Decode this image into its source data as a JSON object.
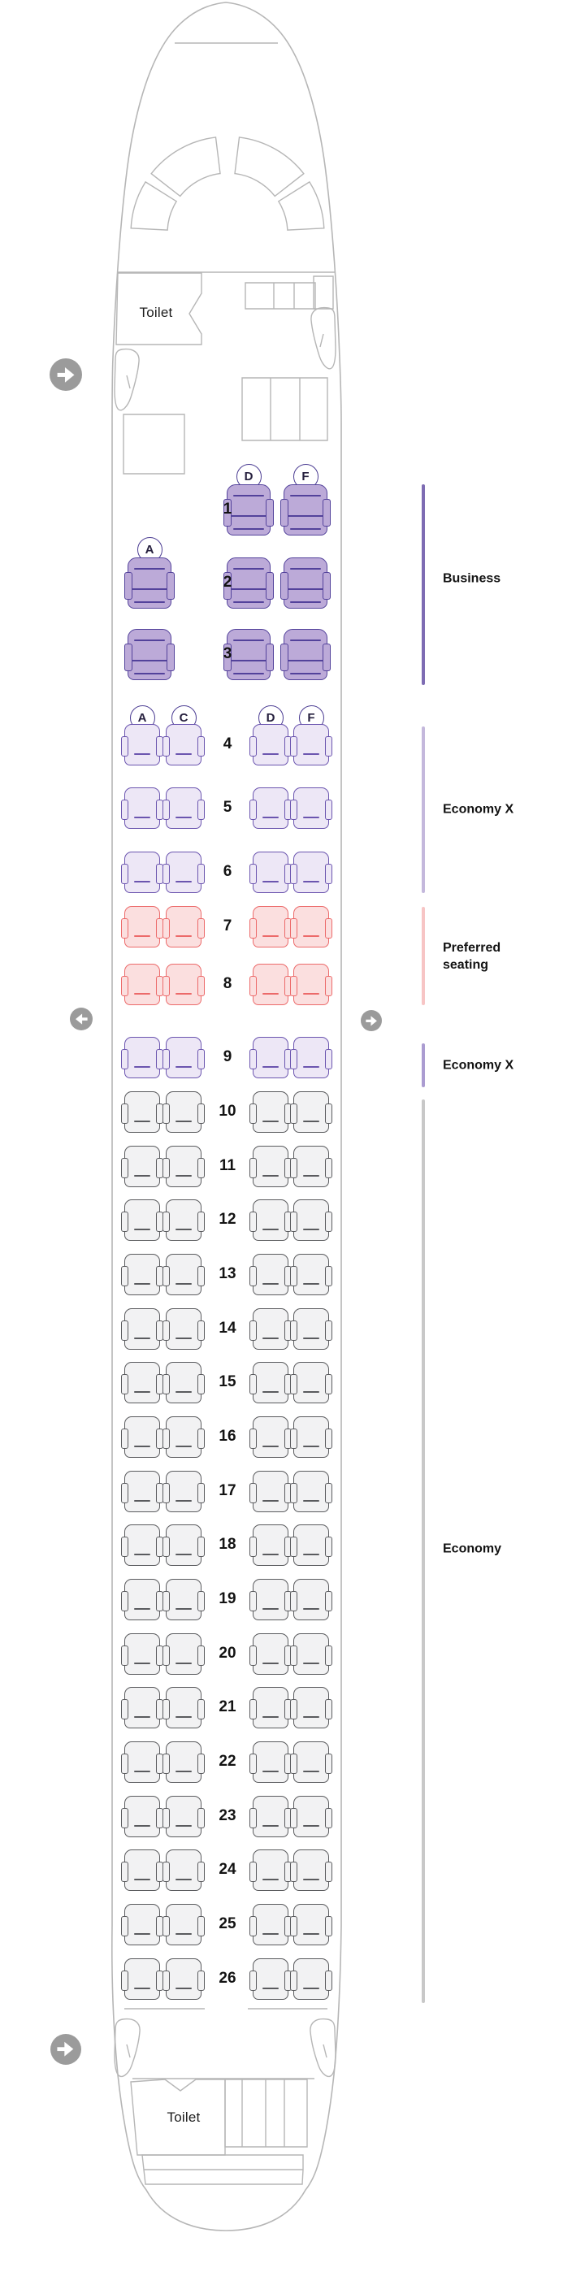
{
  "seat_map": {
    "front_toilet_label": "Toilet",
    "rear_toilet_label": "Toilet",
    "columns_left": [
      "A",
      "C"
    ],
    "columns_right": [
      "D",
      "F"
    ],
    "letter_badges": [
      {
        "row": 1,
        "letters": [
          "D",
          "F"
        ]
      },
      {
        "row": 2,
        "letters": [
          "A"
        ]
      },
      {
        "row": 4,
        "letters": [
          "A",
          "C",
          "D",
          "F"
        ]
      }
    ],
    "rows": [
      {
        "num": 1,
        "cabin": "business",
        "left": [],
        "right": [
          "D",
          "F"
        ]
      },
      {
        "num": 2,
        "cabin": "business",
        "left": [
          "A"
        ],
        "right": [
          "D",
          "F"
        ]
      },
      {
        "num": 3,
        "cabin": "business",
        "left": [
          "A"
        ],
        "right": [
          "D",
          "F"
        ]
      },
      {
        "num": 4,
        "cabin": "economy_x",
        "left": [
          "A",
          "C"
        ],
        "right": [
          "D",
          "F"
        ]
      },
      {
        "num": 5,
        "cabin": "economy_x",
        "left": [
          "A",
          "C"
        ],
        "right": [
          "D",
          "F"
        ]
      },
      {
        "num": 6,
        "cabin": "economy_x",
        "left": [
          "A",
          "C"
        ],
        "right": [
          "D",
          "F"
        ]
      },
      {
        "num": 7,
        "cabin": "preferred",
        "left": [
          "A",
          "C"
        ],
        "right": [
          "D",
          "F"
        ]
      },
      {
        "num": 8,
        "cabin": "preferred",
        "left": [
          "A",
          "C"
        ],
        "right": [
          "D",
          "F"
        ]
      },
      {
        "num": 9,
        "cabin": "economy_x",
        "left": [
          "A",
          "C"
        ],
        "right": [
          "D",
          "F"
        ]
      },
      {
        "num": 10,
        "cabin": "economy",
        "left": [
          "A",
          "C"
        ],
        "right": [
          "D",
          "F"
        ]
      },
      {
        "num": 11,
        "cabin": "economy",
        "left": [
          "A",
          "C"
        ],
        "right": [
          "D",
          "F"
        ]
      },
      {
        "num": 12,
        "cabin": "economy",
        "left": [
          "A",
          "C"
        ],
        "right": [
          "D",
          "F"
        ]
      },
      {
        "num": 13,
        "cabin": "economy",
        "left": [
          "A",
          "C"
        ],
        "right": [
          "D",
          "F"
        ]
      },
      {
        "num": 14,
        "cabin": "economy",
        "left": [
          "A",
          "C"
        ],
        "right": [
          "D",
          "F"
        ]
      },
      {
        "num": 15,
        "cabin": "economy",
        "left": [
          "A",
          "C"
        ],
        "right": [
          "D",
          "F"
        ]
      },
      {
        "num": 16,
        "cabin": "economy",
        "left": [
          "A",
          "C"
        ],
        "right": [
          "D",
          "F"
        ]
      },
      {
        "num": 17,
        "cabin": "economy",
        "left": [
          "A",
          "C"
        ],
        "right": [
          "D",
          "F"
        ]
      },
      {
        "num": 18,
        "cabin": "economy",
        "left": [
          "A",
          "C"
        ],
        "right": [
          "D",
          "F"
        ]
      },
      {
        "num": 19,
        "cabin": "economy",
        "left": [
          "A",
          "C"
        ],
        "right": [
          "D",
          "F"
        ]
      },
      {
        "num": 20,
        "cabin": "economy",
        "left": [
          "A",
          "C"
        ],
        "right": [
          "D",
          "F"
        ]
      },
      {
        "num": 21,
        "cabin": "economy",
        "left": [
          "A",
          "C"
        ],
        "right": [
          "D",
          "F"
        ]
      },
      {
        "num": 22,
        "cabin": "economy",
        "left": [
          "A",
          "C"
        ],
        "right": [
          "D",
          "F"
        ]
      },
      {
        "num": 23,
        "cabin": "economy",
        "left": [
          "A",
          "C"
        ],
        "right": [
          "D",
          "F"
        ]
      },
      {
        "num": 24,
        "cabin": "economy",
        "left": [
          "A",
          "C"
        ],
        "right": [
          "D",
          "F"
        ]
      },
      {
        "num": 25,
        "cabin": "economy",
        "left": [
          "A",
          "C"
        ],
        "right": [
          "D",
          "F"
        ]
      },
      {
        "num": 26,
        "cabin": "economy",
        "left": [
          "A",
          "C"
        ],
        "right": [
          "D",
          "F"
        ]
      }
    ],
    "cabin_classes": {
      "business": {
        "fill": "#bcaad8",
        "border": "#53429b"
      },
      "economy_x": {
        "fill": "#ede7f6",
        "border": "#6b55af"
      },
      "preferred": {
        "fill": "#fbdfdf",
        "border": "#ec6a6a"
      },
      "economy": {
        "fill": "#f2f2f3",
        "border": "#5a5b5e"
      }
    }
  },
  "legend": {
    "items": [
      {
        "label": "Business",
        "line_color": "#7e6cb3"
      },
      {
        "label": "Economy X",
        "line_color": "#c4b8dc"
      },
      {
        "label": "Preferred seating",
        "line_color": "#f7c5c5"
      },
      {
        "label": "Economy X",
        "line_color": "#ab9cd1"
      },
      {
        "label": "Economy",
        "line_color": "#c8c8c8"
      }
    ]
  },
  "exits": [
    {
      "id": "front-left",
      "direction": "right"
    },
    {
      "id": "mid-left",
      "direction": "left"
    },
    {
      "id": "mid-right",
      "direction": "right"
    },
    {
      "id": "rear-left",
      "direction": "right"
    }
  ],
  "colors": {
    "hull_outline": "#b6b6b6",
    "exit_circle": "#9b9b9b",
    "letter_circle_border": "#4c3d93",
    "row_number": "#131313"
  }
}
